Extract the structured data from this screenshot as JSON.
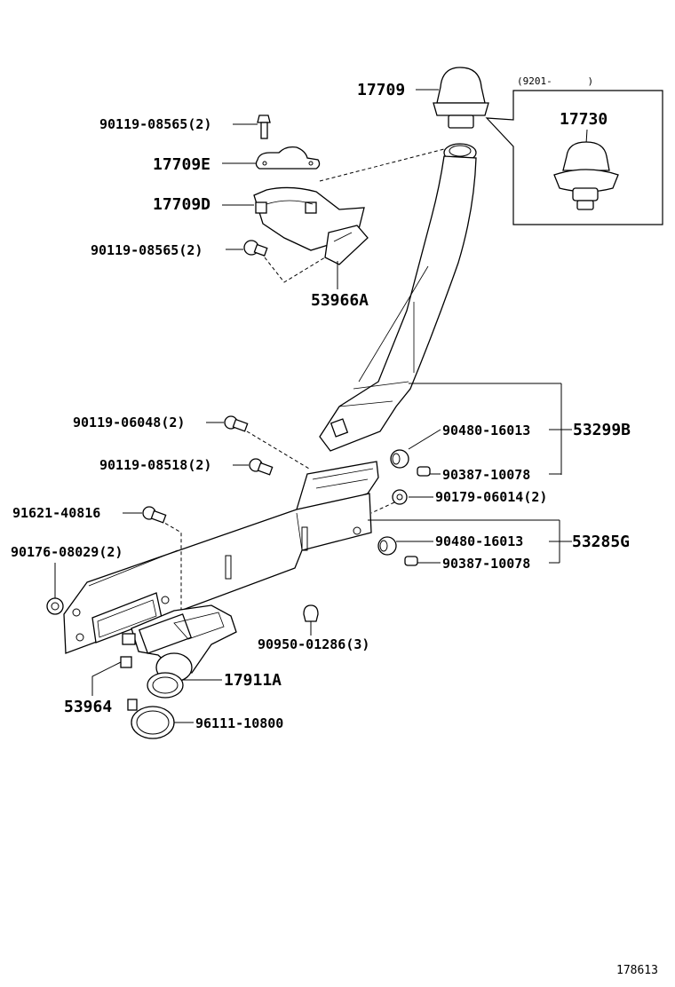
{
  "diagram_id": "178613",
  "inset": {
    "caption": "(9201-      )",
    "part": "17730"
  },
  "labels": {
    "p17709": "17709",
    "p90119_08565_a": "90119-08565(2)",
    "p17709E": "17709E",
    "p17709D": "17709D",
    "p90119_08565_b": "90119-08565(2)",
    "p53966A": "53966A",
    "p90119_06048": "90119-06048(2)",
    "p90480_16013_a": "90480-16013",
    "p53299B": "53299B",
    "p90119_08518": "90119-08518(2)",
    "p90387_10078_a": "90387-10078",
    "p90179_06014": "90179-06014(2)",
    "p91621_40816": "91621-40816",
    "p90176_08029": "90176-08029(2)",
    "p90480_16013_b": "90480-16013",
    "p53285G": "53285G",
    "p90387_10078_b": "90387-10078",
    "p90950_01286": "90950-01286(3)",
    "p17911A": "17911A",
    "p53964": "53964",
    "p96111_10800": "96111-10800"
  }
}
